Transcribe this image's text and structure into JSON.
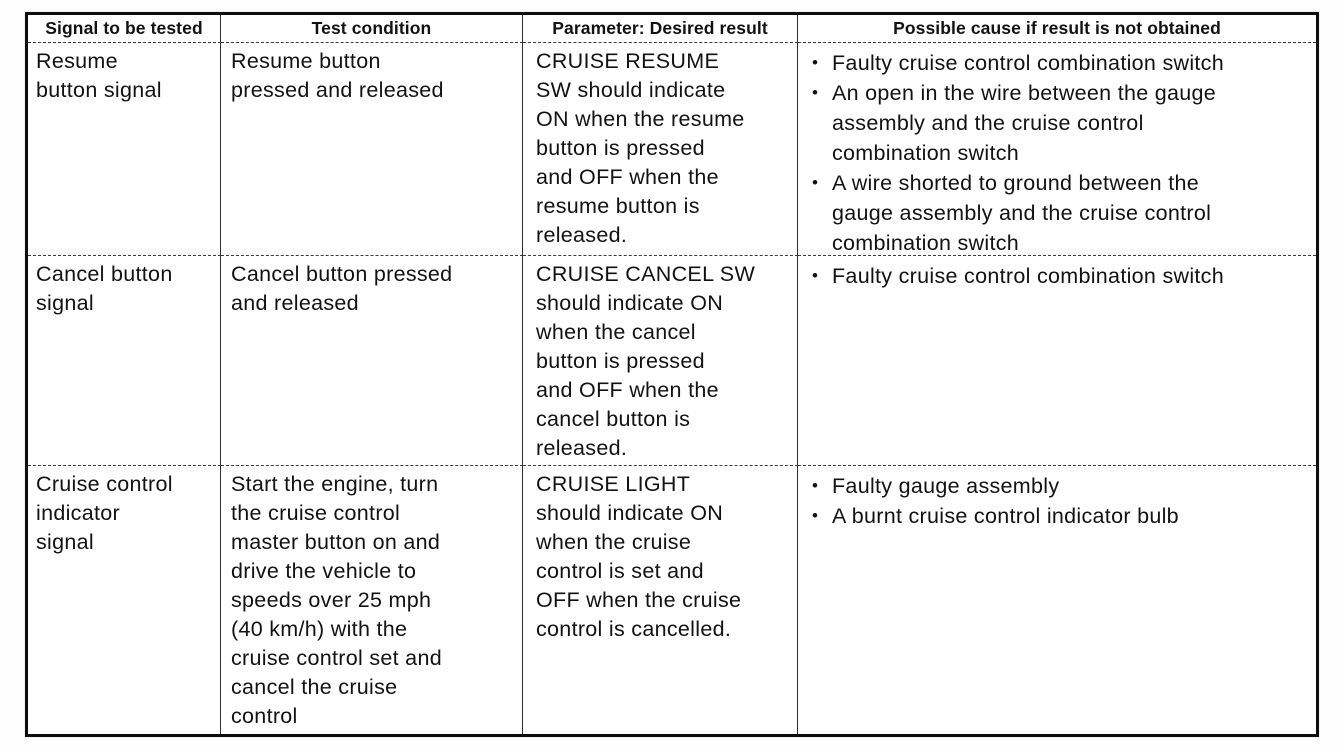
{
  "doc": {
    "bullet": "•",
    "table": {
      "headers": [
        "Signal to be tested",
        "Test condition",
        "Parameter: Desired result",
        "Possible cause if result is not obtained"
      ],
      "rows": [
        {
          "signal": [
            "Resume",
            "button signal"
          ],
          "condition": [
            "Resume button",
            "pressed and released"
          ],
          "result": [
            "CRUISE RESUME",
            "SW should indicate",
            "ON when the resume",
            "button is pressed",
            "and OFF when the",
            "resume button is",
            "released."
          ],
          "causes": [
            [
              "Faulty cruise control combination switch"
            ],
            [
              "An open in the wire between the gauge",
              "assembly and the cruise control",
              "combination switch"
            ],
            [
              "A wire shorted to ground between the",
              "gauge assembly and the cruise control",
              "combination switch"
            ]
          ]
        },
        {
          "signal": [
            "Cancel button",
            "signal"
          ],
          "condition": [
            "Cancel button pressed",
            "and released"
          ],
          "result": [
            "CRUISE CANCEL SW",
            "should indicate ON",
            "when the cancel",
            "button is pressed",
            "and OFF when the",
            "cancel button is",
            "released."
          ],
          "causes": [
            [
              "Faulty cruise control combination switch"
            ]
          ]
        },
        {
          "signal": [
            "Cruise control",
            "indicator",
            "signal"
          ],
          "condition": [
            "Start the engine, turn",
            "the cruise control",
            "master button on and",
            "drive the vehicle to",
            "speeds over 25 mph",
            "(40 km/h) with the",
            "cruise control set and",
            "cancel the cruise",
            "control"
          ],
          "result": [
            "CRUISE LIGHT",
            "should indicate ON",
            "when the cruise",
            "control is set and",
            "OFF when the cruise",
            "control is cancelled."
          ],
          "causes": [
            [
              "Faulty gauge assembly"
            ],
            [
              "A burnt cruise control indicator bulb"
            ]
          ]
        }
      ]
    }
  }
}
